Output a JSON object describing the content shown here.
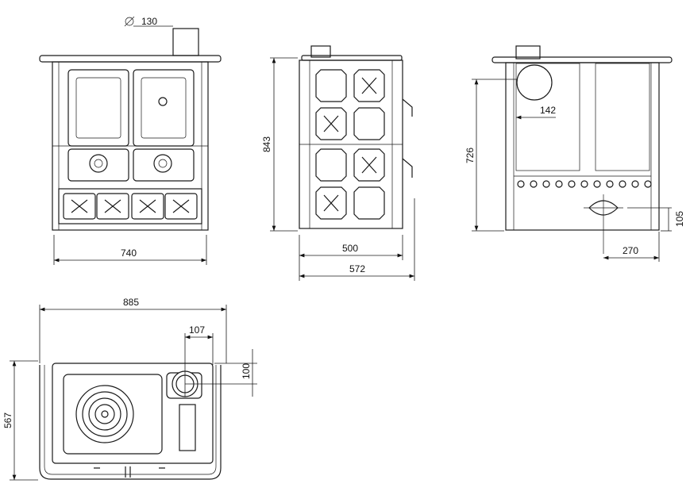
{
  "views": {
    "front": {
      "dimensions": {
        "flue_diameter_symbol": "∅",
        "flue_diameter": "130",
        "width": "740"
      }
    },
    "side": {
      "dimensions": {
        "height": "843",
        "depth_body": "500",
        "depth_total": "572"
      }
    },
    "rear": {
      "dimensions": {
        "flue_offset": "142",
        "flue_height": "726",
        "air_inlet_height": "105",
        "air_inlet_offset": "270"
      }
    },
    "top": {
      "dimensions": {
        "total_width": "885",
        "flue_side_offset": "107",
        "flue_rear_offset": "100",
        "total_depth": "567"
      }
    }
  }
}
